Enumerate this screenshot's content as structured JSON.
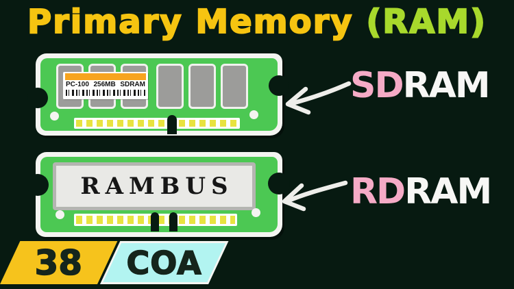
{
  "background_color": "#071a11",
  "title": {
    "part1": "Primary Memory ",
    "part2": "(RAM)",
    "part1_color": "#f6c411",
    "part2_color": "#a8d92c"
  },
  "module_sdram": {
    "pcb_color": "#4cc853",
    "outline_color": "#f4f4f1",
    "chip_color": "#9c9c9a",
    "pins_color": "#e8e340",
    "sticker": {
      "bar_color": "#f7a41f",
      "text_left": "PC-100",
      "text_mid": "256MB",
      "text_right": "SDRAM"
    }
  },
  "module_rdram": {
    "pcb_color": "#4cc853",
    "spreader_color": "#e9e9e6",
    "spreader_border_color": "#b4b5b1",
    "spreader_text": "RAMBUS",
    "pins_color": "#e8e340"
  },
  "annotations": {
    "sdram_prefix": "SD",
    "sdram_suffix": "RAM",
    "rdram_prefix": "RD",
    "rdram_suffix": "RAM",
    "prefix_color": "#f5abc6",
    "suffix_color": "#f7f7f5",
    "arrow_color": "#eeeeea"
  },
  "badge": {
    "number": "38",
    "course": "COA",
    "number_bg": "#f6c31c",
    "course_bg": "#b2f4f1",
    "text_color": "#15251c"
  }
}
